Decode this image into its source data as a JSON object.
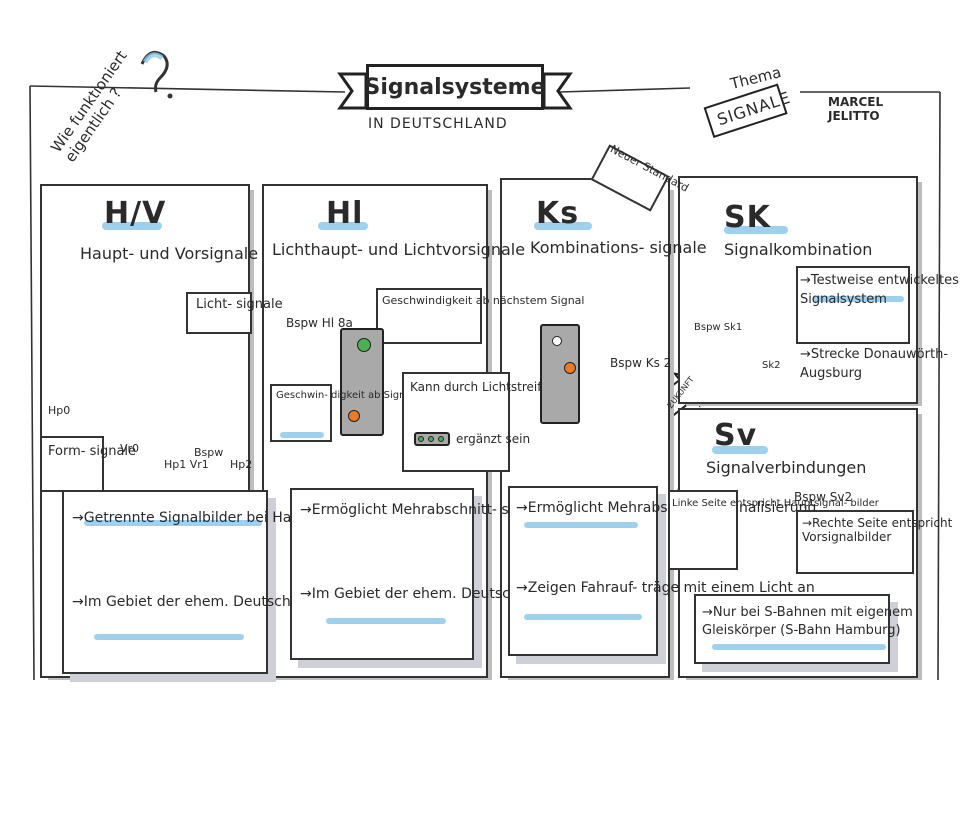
{
  "header": {
    "question": "Wie funktioniert eigentlich ?",
    "title": "Signalsysteme",
    "subtitle": "IN DEUTSCHLAND",
    "theme_top": "Thema",
    "theme_box": "SIGNALE",
    "author": "MARCEL\nJELITTO"
  },
  "panels": {
    "hv": {
      "heading": "H/V",
      "subtitle": "Haupt- und\nVorsignale",
      "licht": "Licht-\nsignale",
      "hp0": "Hp0",
      "vr0": "Vr0",
      "bspw": "Bspw",
      "hp1": "Hp1\nVr1",
      "hp2": "Hp2",
      "form": "Form-\nsignale",
      "note1": "→Getrennte Signalbilder\nbei Haupt- und Vorsig-\nnalen",
      "note2": "→Im Gebiet der ehem.\nDeutschen Bundes-\nbahn"
    },
    "hl": {
      "heading": "Hl",
      "subtitle": "Lichthaupt- und\nLichtvorsignale",
      "bspw": "Bspw\nHl 8a",
      "speed_next": "Geschwindigkeit\nab nächstem\nSignal",
      "speed_here": "Geschwin-\ndigkeit\nab Signal",
      "streifen": "Kann durch\nLichtstreifen",
      "ergaenzt": "ergänzt\nsein",
      "note1": "→Ermöglicht\nMehrabschnitt-\nsignalisierung",
      "note2": "→Im Gebiet der ehem.\nDeutschen Reichs-\nbahn"
    },
    "ks": {
      "heading": "Ks",
      "subtitle": "Kombinations-\nsignale",
      "tag": "Neuer\nStandard",
      "bspw": "Bspw\nKs 2",
      "zukunft": "ZUKUNFT",
      "note1": "→Ermöglicht\nMehrabschnitt-\nSignalisierung",
      "note2": "→Zeigen Fahrauf-\nträge mit einem\nLicht an"
    },
    "sk": {
      "heading": "SK",
      "subtitle": "Signalkombination",
      "bspw_sk1": "Bspw\nSk1",
      "sk2": "Sk2",
      "test": "→Testweise\nentwickeltes\nSignalsystem",
      "strecke": "→Strecke\nDonauwörth-\nAugsburg"
    },
    "sv": {
      "heading": "Sv",
      "subtitle": "Signalverbindungen",
      "left": "Linke Seite\nentspricht\nHauptsignal-\nbilder",
      "bspw": "Bspw Sv2",
      "right": "→Rechte Seite\nentspricht\nVorsignalbilder",
      "note": "→Nur bei S-Bahnen mit\neigenem Gleiskörper\n(S-Bahn Hamburg)"
    }
  },
  "colors": {
    "highlight": "#8ec9ec",
    "green_lamp": "#4caf50",
    "orange_lamp": "#ef7a22",
    "red_signal": "#d9322b",
    "yellow_light": "#f5d84a"
  }
}
